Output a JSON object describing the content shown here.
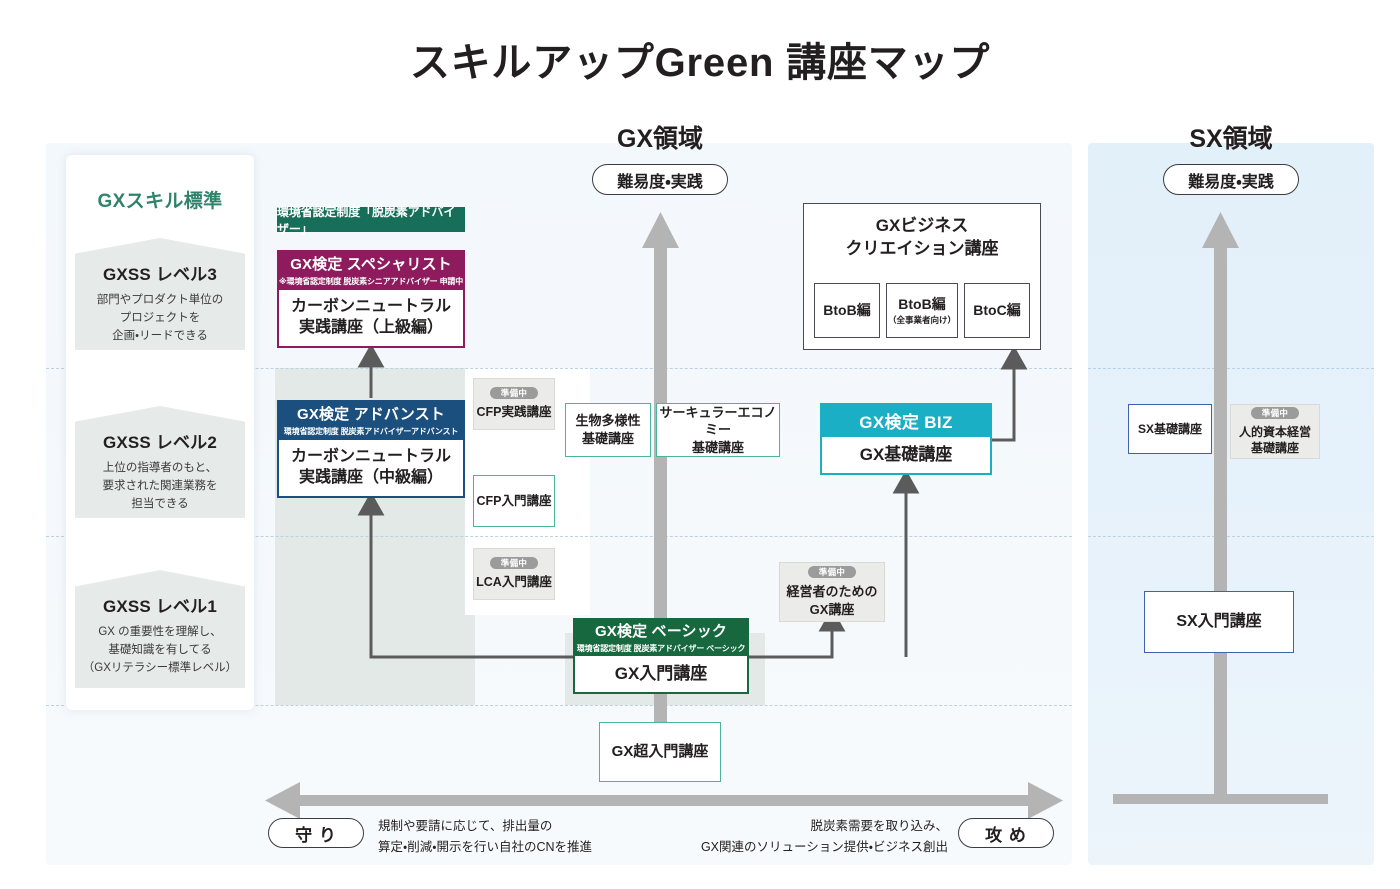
{
  "page": {
    "title": "スキルアップGreen 講座マップ"
  },
  "areas": {
    "gx": {
      "heading": "GX領域",
      "axis_pill": "難易度・実践"
    },
    "sx": {
      "heading": "SX領域",
      "axis_pill": "難易度・実践"
    }
  },
  "skill_standard": {
    "title": "GXスキル標準",
    "levels": [
      {
        "level": "GXSS レベル3",
        "desc": "部門やプロダクト単位の\nプロジェクトを\n企画・リードできる"
      },
      {
        "level": "GXSS レベル2",
        "desc": "上位の指導者のもと、\n要求された関連業務を\n担当できる"
      },
      {
        "level": "GXSS レベル1",
        "desc": "GX の重要性を理解し、\n基礎知識を有してる\n（GXリテラシー標準レベル）"
      }
    ]
  },
  "gx_certifications": {
    "moe_ribbon": "環境省認定制度「脱炭素アドバイザー」",
    "specialist": {
      "title": "GX検定 スペシャリスト",
      "subtitle": "※環境省認定制度 脱炭素シニアアドバイザー 申請中",
      "course": "カーボンニュートラル\n実践講座（上級編）"
    },
    "advanced": {
      "title": "GX検定 アドバンスト",
      "subtitle": "環境省認定制度 脱炭素アドバイザーアドバンスト",
      "course": "カーボンニュートラル\n実践講座（中級編）"
    },
    "basic": {
      "title": "GX検定 ベーシック",
      "subtitle": "環境省認定制度 脱炭素アドバイザー ベーシック",
      "course": "GX入門講座"
    },
    "biz": {
      "title": "GX検定 BIZ",
      "course": "GX基礎講座"
    }
  },
  "gx_courses": {
    "cfp_practice": {
      "badge": "準備中",
      "label": "CFP実践講座"
    },
    "cfp_intro": {
      "label": "CFP入門講座"
    },
    "lca_intro": {
      "badge": "準備中",
      "label": "LCA入門講座"
    },
    "biodiversity": {
      "label": "生物多様性\n基礎講座"
    },
    "circular_economy": {
      "label": "サーキュラーエコノミー\n基礎講座"
    },
    "executive_gx": {
      "badge": "準備中",
      "label": "経営者のための\nGX講座"
    },
    "gx_super_intro": {
      "label": "GX超入門講座"
    },
    "business_creation": {
      "title": "GXビジネス\nクリエイション講座",
      "editions": [
        {
          "label": "BtoB編",
          "note": ""
        },
        {
          "label": "BtoB編",
          "note": "（全事業者向け）"
        },
        {
          "label": "BtoC編",
          "note": ""
        }
      ]
    }
  },
  "sx_courses": {
    "sx_basic": {
      "label": "SX基礎講座"
    },
    "human_capital": {
      "badge": "準備中",
      "label": "人的資本経営\n基礎講座"
    },
    "sx_intro": {
      "label": "SX入門講座"
    }
  },
  "bottom_axis": {
    "left_pill": "守 り",
    "right_pill": "攻 め",
    "left_text": "規制や要請に応じて、排出量の\n算定・削減・開示を行い自社のCNを推進",
    "right_text": "脱炭素需要を取り込み、\nGX関連のソリューション提供・ビジネス創出"
  },
  "colors": {
    "moe_green": "#176e59",
    "specialist_purple": "#8e1b5d",
    "advanced_navy": "#1b4f7e",
    "basic_green": "#17683f",
    "biz_cyan": "#1aafc4",
    "teal_outline": "#4cb49b",
    "sx_blue": "#3f63a8",
    "arrow_gray": "#a8a8a8",
    "connector_gray": "#5b5b5b",
    "skill_title_green": "#2f8469",
    "gx_panel_bg": "#f5f9fc",
    "sx_panel_bg": "#e7f2fb",
    "band_green": "#e2e9e6"
  }
}
